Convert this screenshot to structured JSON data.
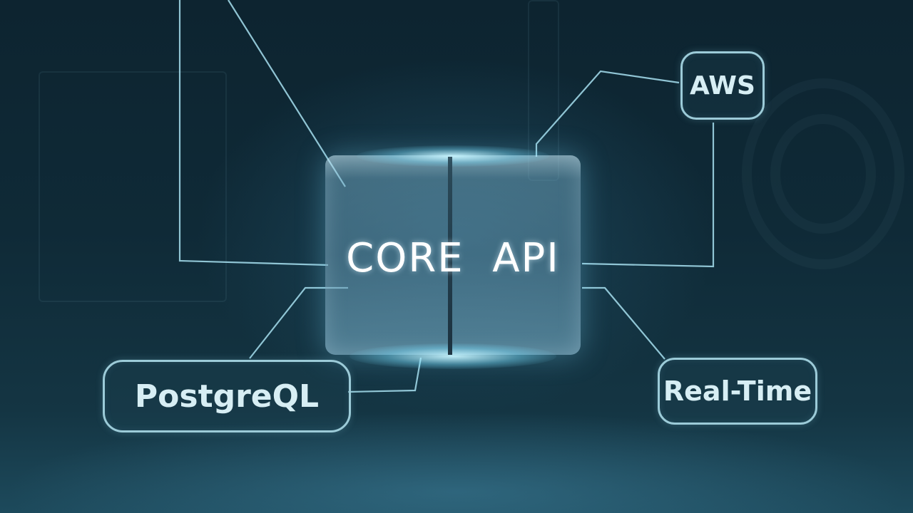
{
  "core": {
    "label": "CORE  API"
  },
  "nodes": {
    "aws": {
      "label": "AWS"
    },
    "postgres": {
      "label": "PostgreQL"
    },
    "realtime": {
      "label": "Real-Time"
    }
  },
  "colors": {
    "background": "#0f2a37",
    "line": "#9fd6e6",
    "node_border": "#9ccbd8",
    "core_glow": "#bff0ff"
  }
}
